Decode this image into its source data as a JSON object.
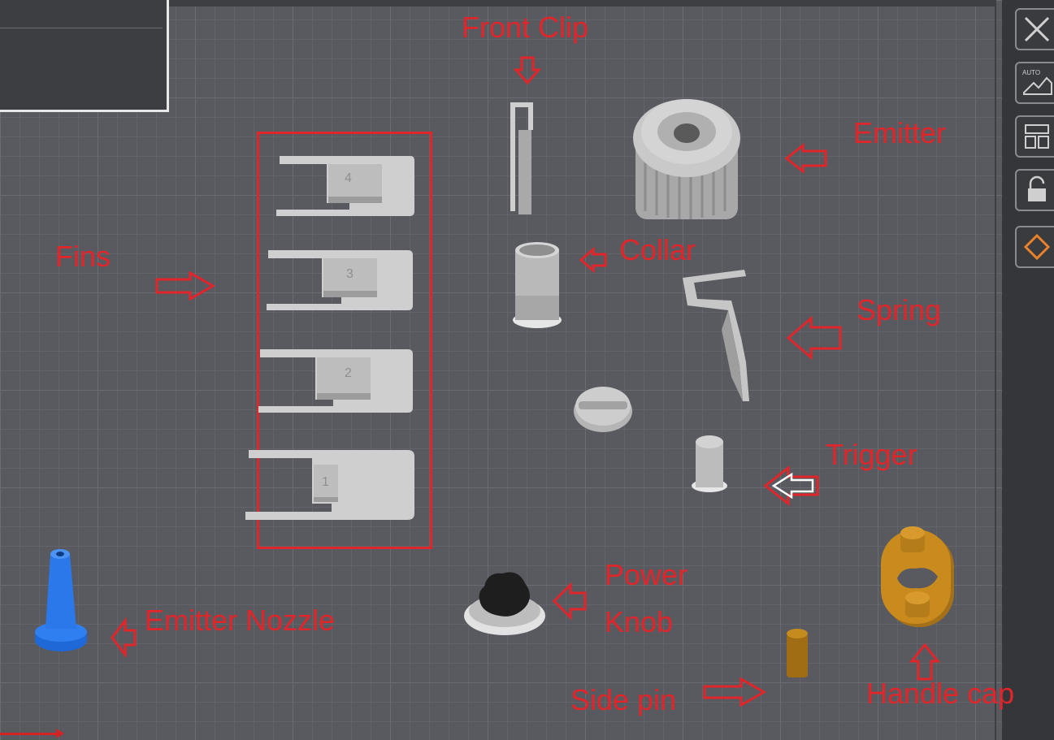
{
  "labels": {
    "front_clip": "Front Clip",
    "emitter": "Emitter",
    "fins": "Fins",
    "collar": "Collar",
    "spring": "Spring",
    "trigger": "Trigger",
    "power_knob_line1": "Power",
    "power_knob_line2": "Knob",
    "emitter_nozzle": "Emitter Nozzle",
    "side_pin": "Side pin",
    "handle_cap": "Handle cap"
  },
  "fins": {
    "numbers": [
      "4",
      "3",
      "2",
      "1"
    ]
  },
  "toolbar": {
    "auto_label": "AUTO"
  },
  "colors": {
    "annotation": "#e0252b",
    "part_gray": "#c9c9c9",
    "nozzle_blue": "#1a6fe0",
    "cap_orange": "#c98a1e",
    "knob_black": "#1e1e1e"
  }
}
